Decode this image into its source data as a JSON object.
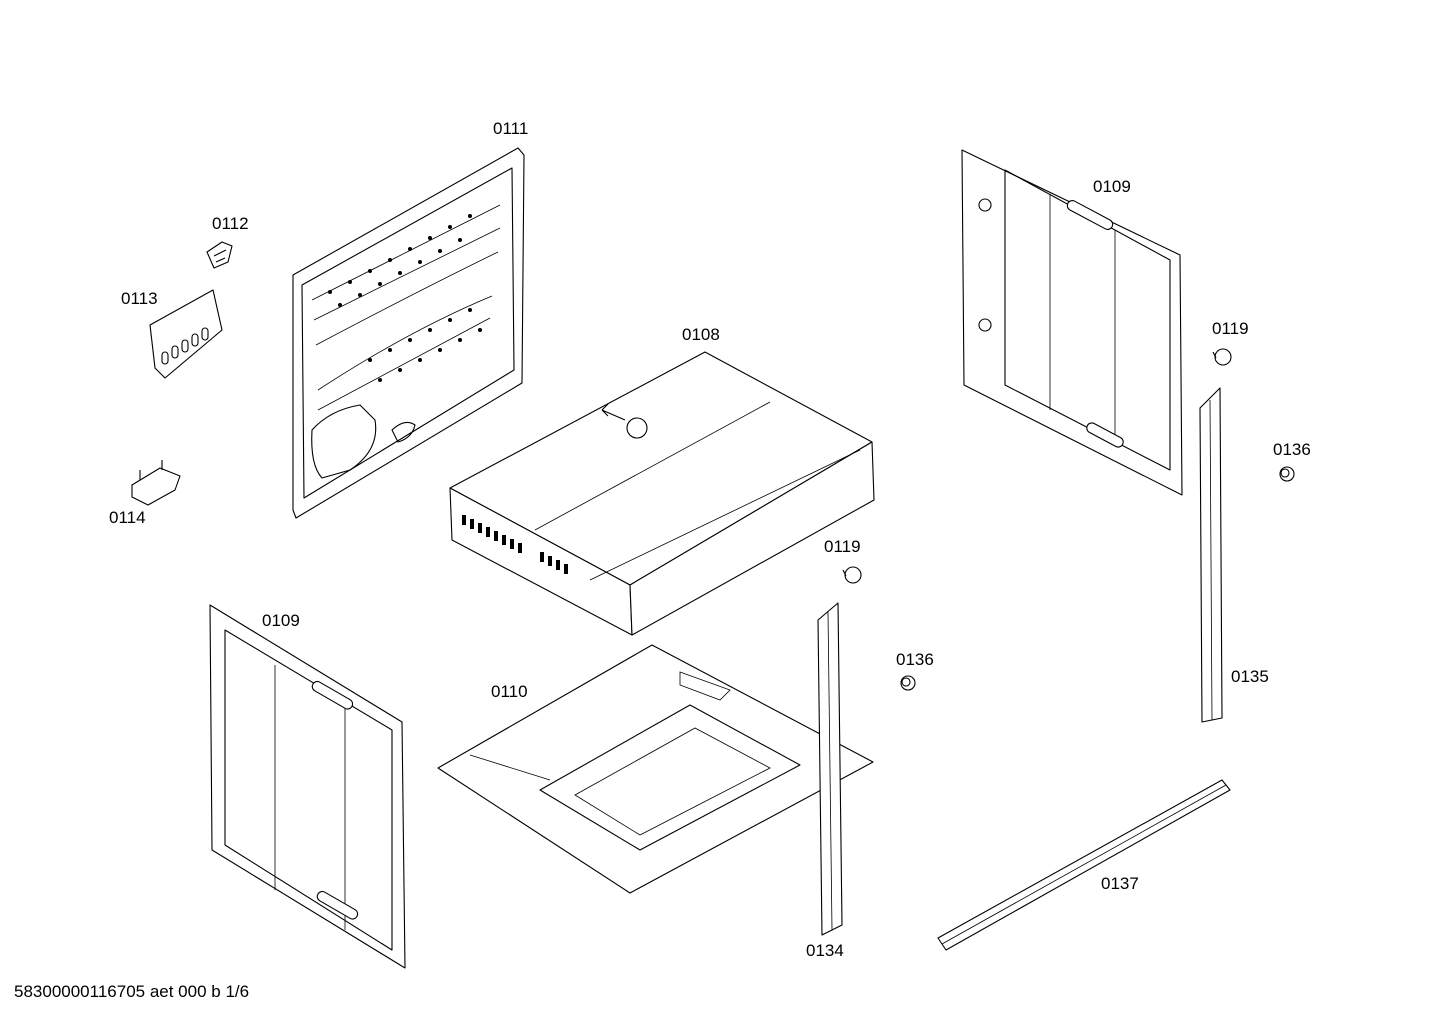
{
  "parts": {
    "p0111": "0111",
    "p0112": "0112",
    "p0113": "0113",
    "p0114": "0114",
    "p0108": "0108",
    "p0109_top": "0109",
    "p0109_bottom": "0109",
    "p0110": "0110",
    "p0119_top": "0119",
    "p0119_mid": "0119",
    "p0136_top": "0136",
    "p0136_mid": "0136",
    "p0135": "0135",
    "p0134": "0134",
    "p0137": "0137"
  },
  "footer": "58300000116705 aet 000 b 1/6"
}
